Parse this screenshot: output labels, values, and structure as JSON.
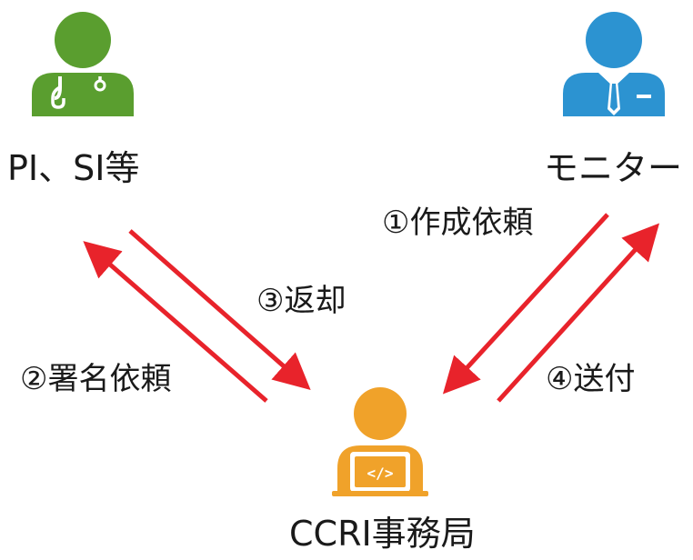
{
  "actors": {
    "pi": {
      "label": "PI、SI等",
      "icon": "doctor-icon",
      "color": "#5a9e2f"
    },
    "monitor": {
      "label": "モニター",
      "icon": "businessman-icon",
      "color": "#2c93d1"
    },
    "office": {
      "label": "CCRI事務局",
      "icon": "developer-laptop-icon",
      "color": "#f0a22a",
      "laptop_glyph": "</>"
    }
  },
  "steps": [
    {
      "label": "①作成依頼"
    },
    {
      "label": "②署名依頼"
    },
    {
      "label": "③返却"
    },
    {
      "label": "④送付"
    }
  ],
  "arrow_color": "#e8232b"
}
